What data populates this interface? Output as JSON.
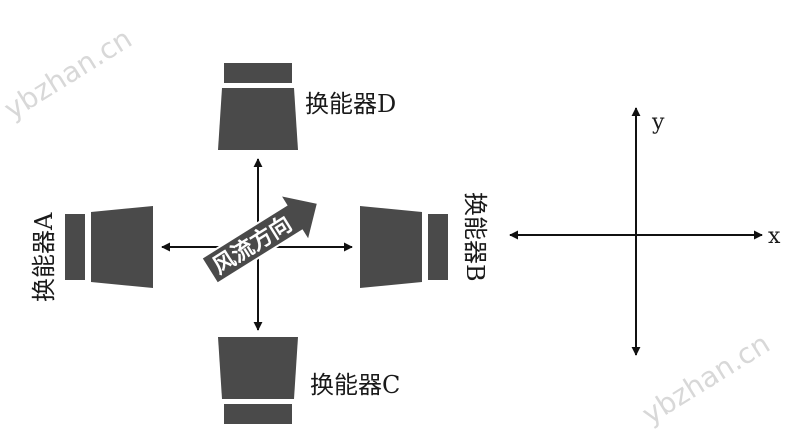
{
  "watermark": "ybzhan.cn",
  "transducers": {
    "a": "换能器A",
    "b": "换能器B",
    "c": "换能器C",
    "d": "换能器D"
  },
  "flow_label": "风流方向",
  "axes": {
    "x": "x",
    "y": "y"
  },
  "colors": {
    "shape": "#4a4a4a",
    "line": "#111111"
  }
}
